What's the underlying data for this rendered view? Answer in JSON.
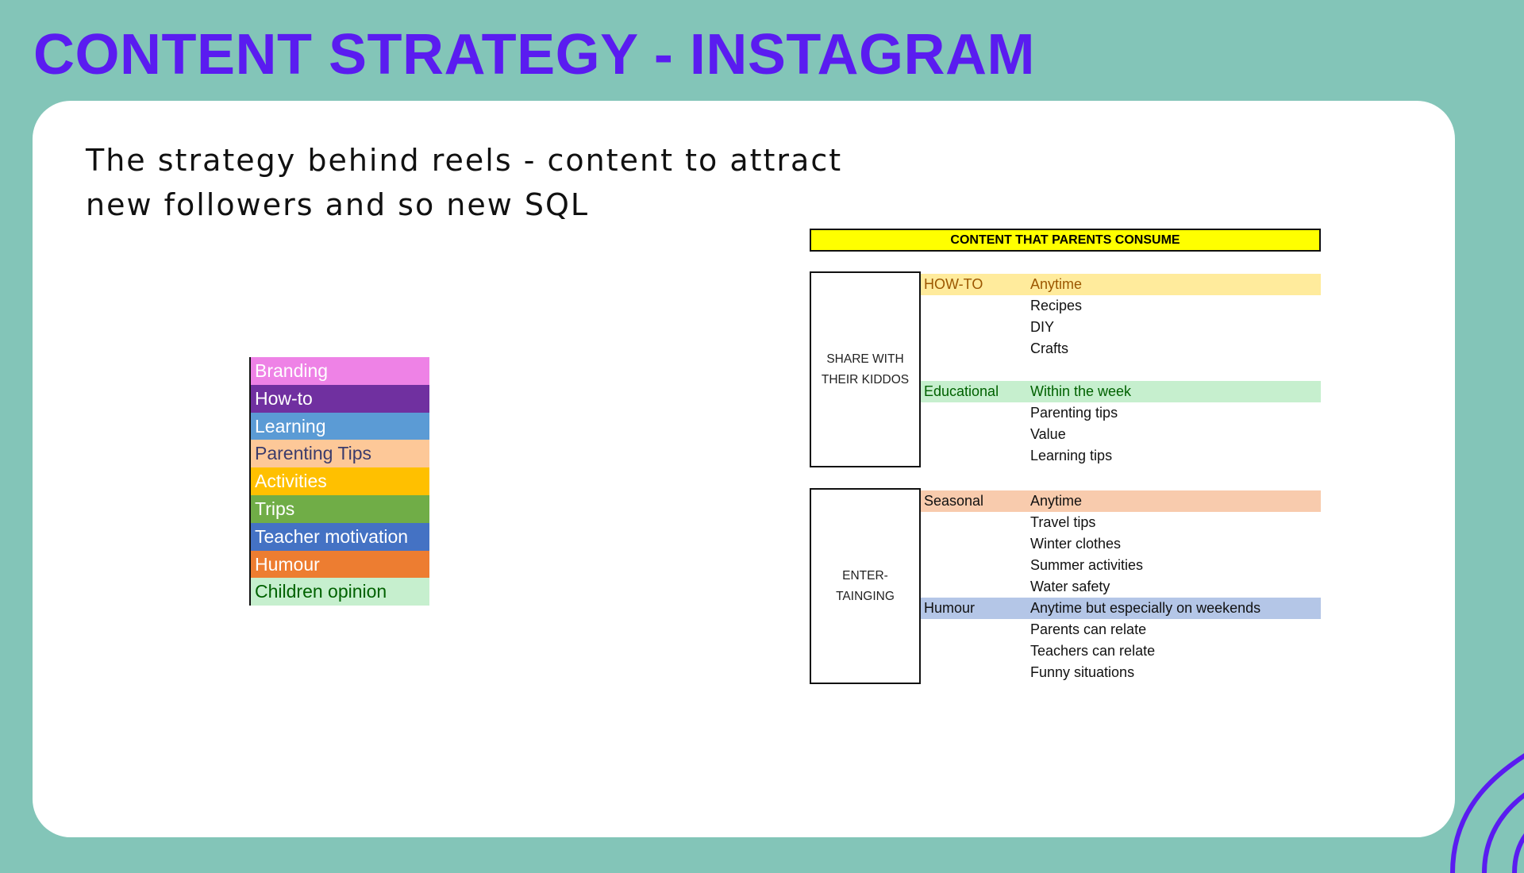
{
  "title": "CONTENT STRATEGY - INSTAGRAM",
  "intro": "The strategy behind reels - content to attract new followers and so new SQL",
  "legend": [
    {
      "label": "Branding",
      "bg": "#ee82e6",
      "fg": "#ffffff"
    },
    {
      "label": "How-to",
      "bg": "#7030a0",
      "fg": "#ffffff"
    },
    {
      "label": "Learning",
      "bg": "#5b9bd5",
      "fg": "#ffffff"
    },
    {
      "label": "Parenting Tips",
      "bg": "#fdc898",
      "fg": "#3b3b6b"
    },
    {
      "label": "Activities",
      "bg": "#ffc000",
      "fg": "#ffffff"
    },
    {
      "label": "Trips",
      "bg": "#70ad47",
      "fg": "#ffffff"
    },
    {
      "label": "Teacher motivation",
      "bg": "#4472c4",
      "fg": "#ffffff"
    },
    {
      "label": "Humour",
      "bg": "#ed7d31",
      "fg": "#ffffff"
    },
    {
      "label": "Children opinion",
      "bg": "#c6efce",
      "fg": "#006100"
    }
  ],
  "table": {
    "header": "CONTENT THAT PARENTS CONSUME",
    "groups": [
      {
        "line1": "SHARE WITH",
        "line2": "THEIR KIDDOS"
      },
      {
        "line1": "ENTER-",
        "line2": "TAINGING"
      }
    ],
    "rows": [
      {
        "cat": "HOW-TO",
        "detail": "Anytime",
        "bg": "#ffeb9c",
        "fg": "#9c5700"
      },
      {
        "cat": "",
        "detail": "Recipes"
      },
      {
        "cat": "",
        "detail": "DIY"
      },
      {
        "cat": "",
        "detail": "Crafts"
      },
      {
        "cat": "",
        "detail": ""
      },
      {
        "cat": "Educational",
        "detail": "Within the week",
        "bg": "#c6efce",
        "fg": "#006100"
      },
      {
        "cat": "",
        "detail": "Parenting tips"
      },
      {
        "cat": "",
        "detail": "Value"
      },
      {
        "cat": "",
        "detail": "Learning tips"
      },
      {
        "cat": "Seasonal",
        "detail": "Anytime",
        "bg": "#f8cbad",
        "fg": "#111111"
      },
      {
        "cat": "",
        "detail": "Travel tips"
      },
      {
        "cat": "",
        "detail": "Winter clothes"
      },
      {
        "cat": "",
        "detail": "Summer activities"
      },
      {
        "cat": "",
        "detail": "Water safety"
      },
      {
        "cat": "Humour",
        "detail": "Anytime but especially on weekends",
        "bg": "#b4c6e7",
        "fg": "#111111"
      },
      {
        "cat": "",
        "detail": "Parents can relate"
      },
      {
        "cat": "",
        "detail": "Teachers can relate"
      },
      {
        "cat": "",
        "detail": "Funny situations"
      }
    ]
  }
}
